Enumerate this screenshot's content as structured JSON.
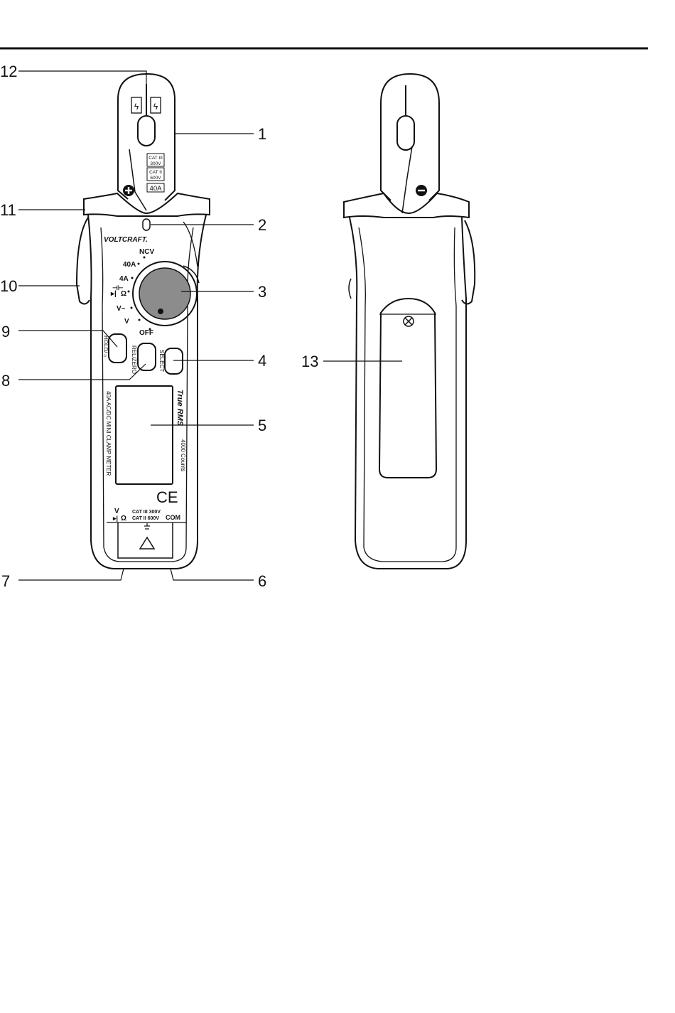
{
  "callouts": {
    "n1": "1",
    "n2": "2",
    "n3": "3",
    "n4": "4",
    "n5": "5",
    "n6": "6",
    "n7": "7",
    "n8": "8",
    "n9": "9",
    "n10": "10",
    "n11": "11",
    "n12": "12",
    "n13": "13"
  },
  "device": {
    "brand": "VOLTCRAFT.",
    "jaw_cat_1": "CAT III",
    "jaw_volt_1": "300V",
    "jaw_cat_2": "CAT II",
    "jaw_volt_2": "600V",
    "jaw_current": "40A",
    "dial": {
      "ncv": "NCV",
      "a40": "40A",
      "a4": "4A",
      "ohm": "Ω",
      "vac": "V~",
      "vdc": "V",
      "off": "OFF"
    },
    "hold_button": "HOLD/☼",
    "relzero_button": "REL/ZERO",
    "select_button": "SELECT",
    "true_rms": "True RMS",
    "counts": "4000 Counts",
    "model_text": "40A AC/DC MINI CLAMP METER",
    "ce": "CE",
    "jack_v": "V",
    "jack_ohm": "Ω",
    "cat_line_1": "CAT III 300V",
    "cat_line_2": "CAT II  600V",
    "com": "COM"
  }
}
